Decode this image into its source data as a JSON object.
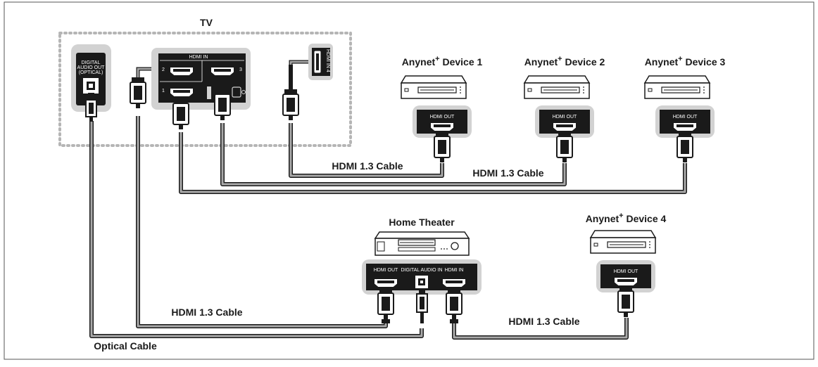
{
  "tv": {
    "title": "TV",
    "hdmi_in_panel": "HDMI IN",
    "port_2": "2",
    "port_3": "3",
    "port_1": "1",
    "hdmi_in_4": "HDMI IN 4",
    "digital_audio_out_line1": "DIGITAL",
    "digital_audio_out_line2": "AUDIO OUT",
    "digital_audio_out_line3": "(OPTICAL)"
  },
  "devices": {
    "anynet_1": {
      "prefix": "Anynet",
      "sup": "+",
      "suffix": " Device 1",
      "port": "HDMI OUT"
    },
    "anynet_2": {
      "prefix": "Anynet",
      "sup": "+",
      "suffix": " Device 2",
      "port": "HDMI OUT"
    },
    "anynet_3": {
      "prefix": "Anynet",
      "sup": "+",
      "suffix": " Device 3",
      "port": "HDMI OUT"
    },
    "anynet_4": {
      "prefix": "Anynet",
      "sup": "+",
      "suffix": " Device 4",
      "port": "HDMI OUT"
    }
  },
  "home_theater": {
    "title": "Home Theater",
    "port_hdmi_out": "HDMI OUT",
    "port_digital_audio_in": "DIGITAL AUDIO IN",
    "port_hdmi_in": "HDMI IN"
  },
  "cables": {
    "hdmi_a": "HDMI 1.3 Cable",
    "hdmi_b": "HDMI 1.3 Cable",
    "hdmi_c": "HDMI 1.3 Cable",
    "hdmi_d": "HDMI 1.3 Cable",
    "optical": "Optical Cable"
  },
  "colors": {
    "panel_gray": "#d2d2d2",
    "device_gray": "#f2f2f2",
    "cable_gray": "#a9a9a9",
    "dark": "#1a1a1a"
  }
}
